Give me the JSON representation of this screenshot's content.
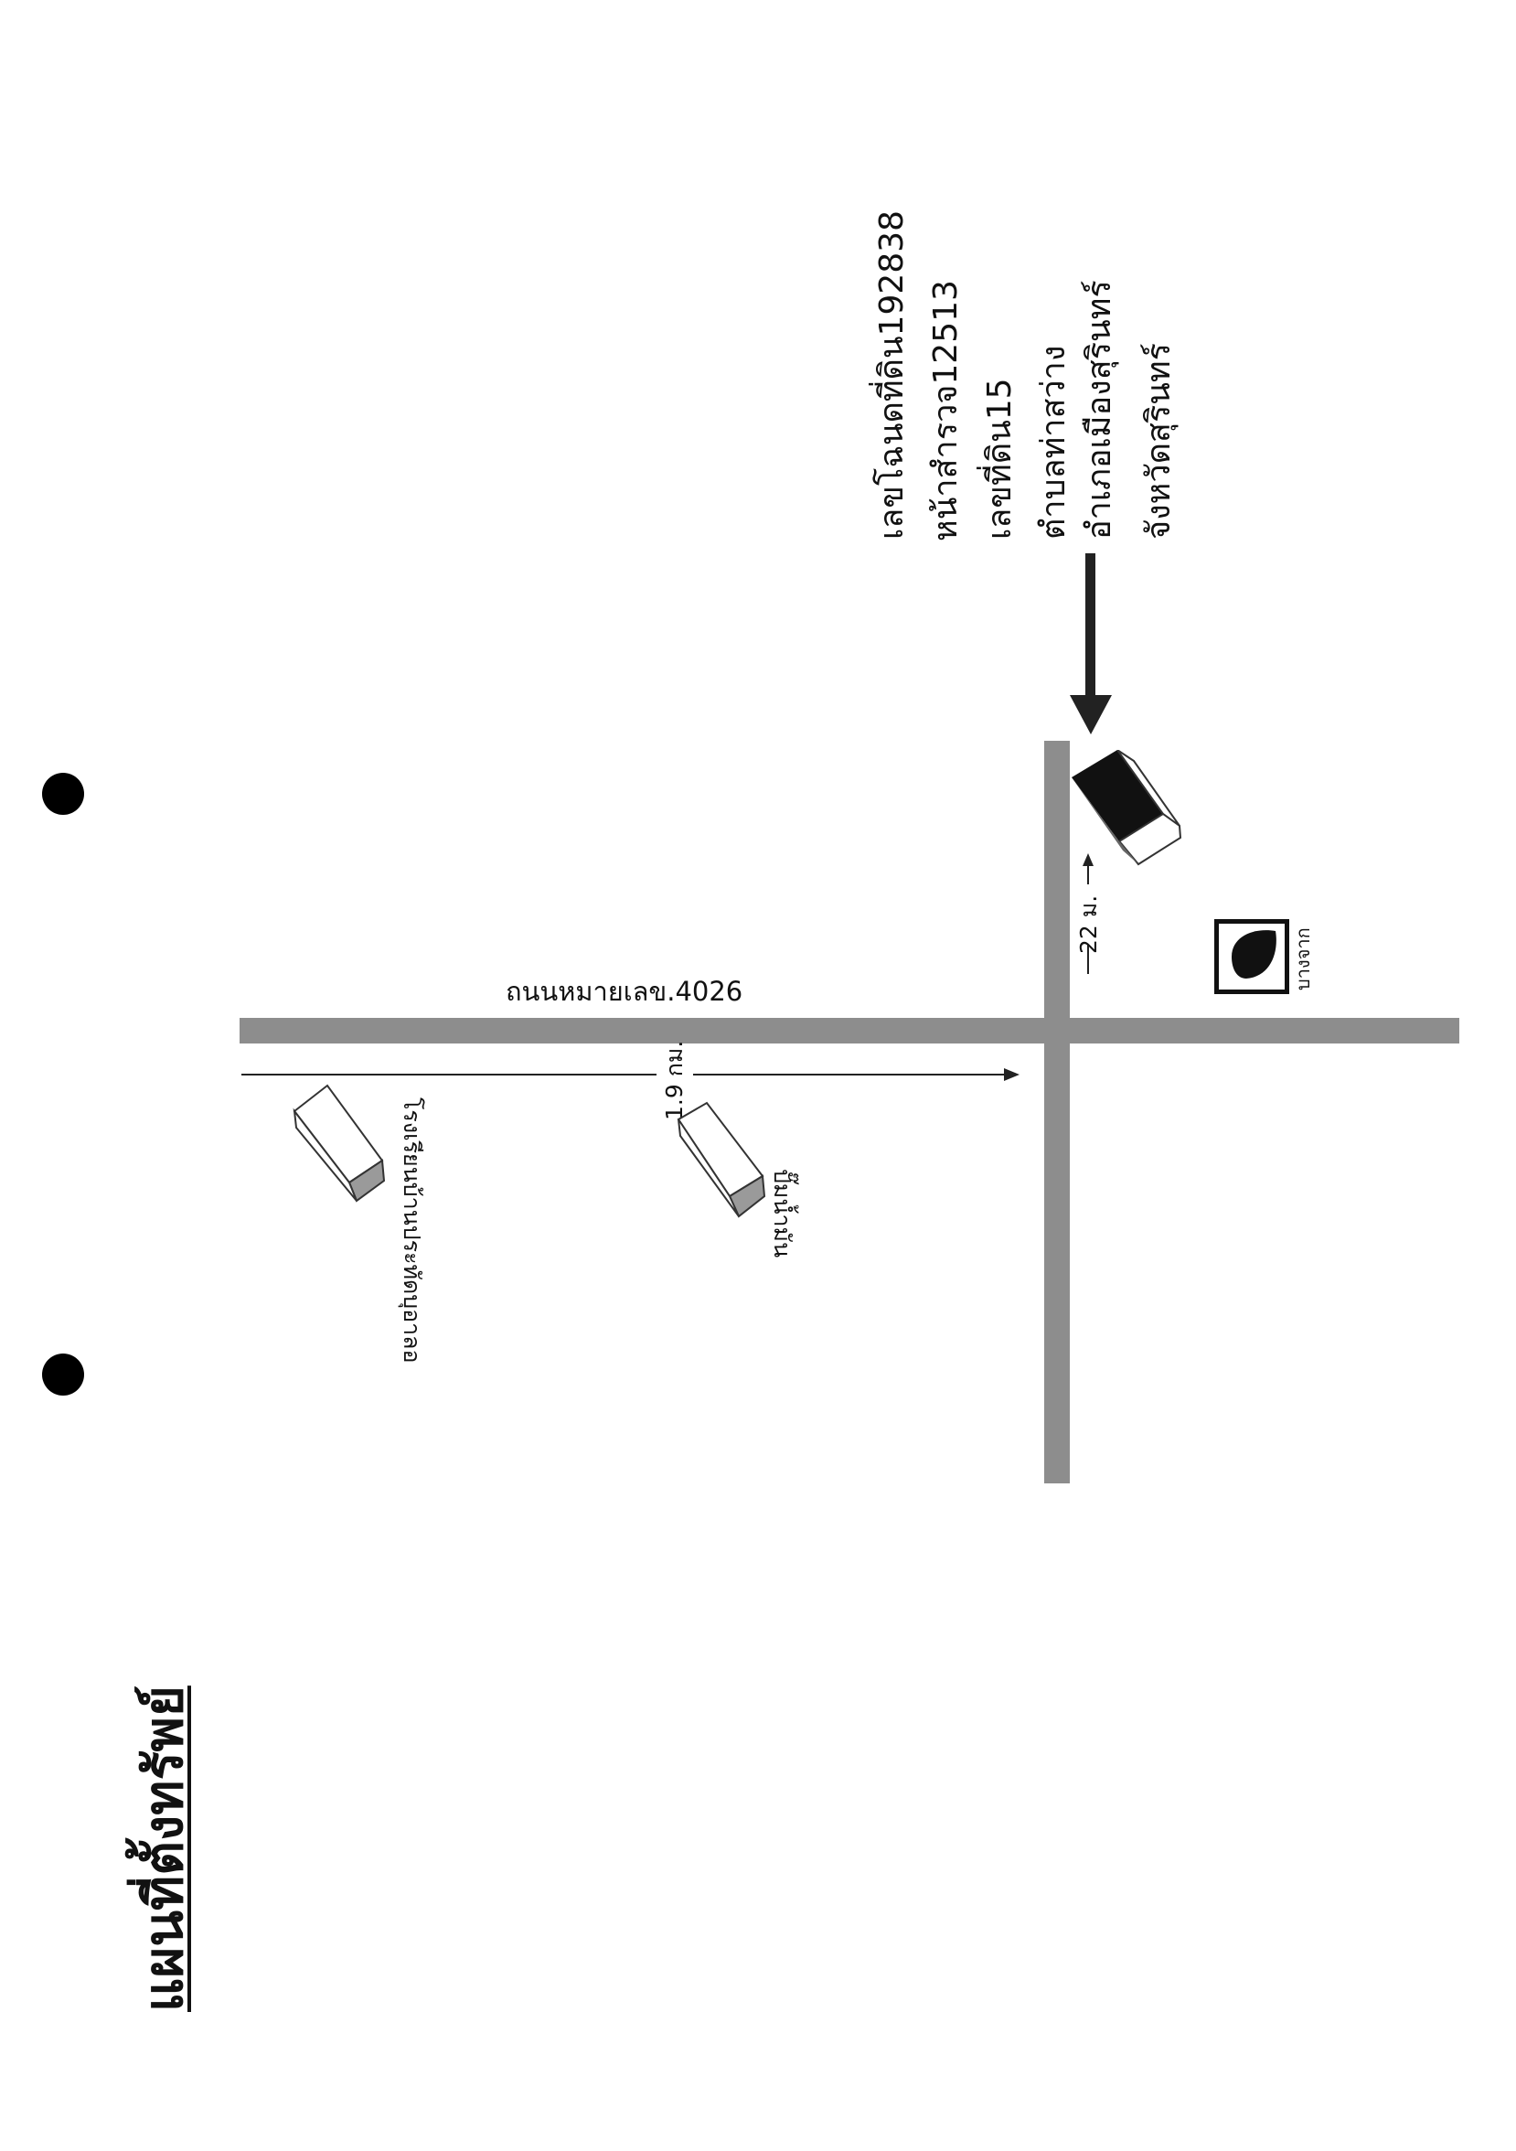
{
  "title": "แผนที่ตั้งทรัพย์",
  "property_info": {
    "deed_no": "เลขโฉนดที่ดิน192838",
    "survey_page": "หน้าสำรวจ12513",
    "land_no": "เลขที่ดิน15",
    "subdistrict": "ตำบลท่าสว่าง",
    "district": "อำเภอเมืองสุรินทร์",
    "province": "จังหวัดสุรินทร์"
  },
  "road_label": "ถนนหมายเลข.4026",
  "distance_fuel": "1.9 กม.",
  "distance_property": "22 ม.",
  "landmarks": {
    "school": "โรงเรียนบ้านประทัดบุอาลอ",
    "gas_station": "ปั๊มน้ำมัน",
    "bank_logo": "บางจาก"
  },
  "colors": {
    "road": "#8d8d8d",
    "building_top": "#ffffff",
    "building_side": "#9a9a9a",
    "building_dark": "#111111"
  }
}
